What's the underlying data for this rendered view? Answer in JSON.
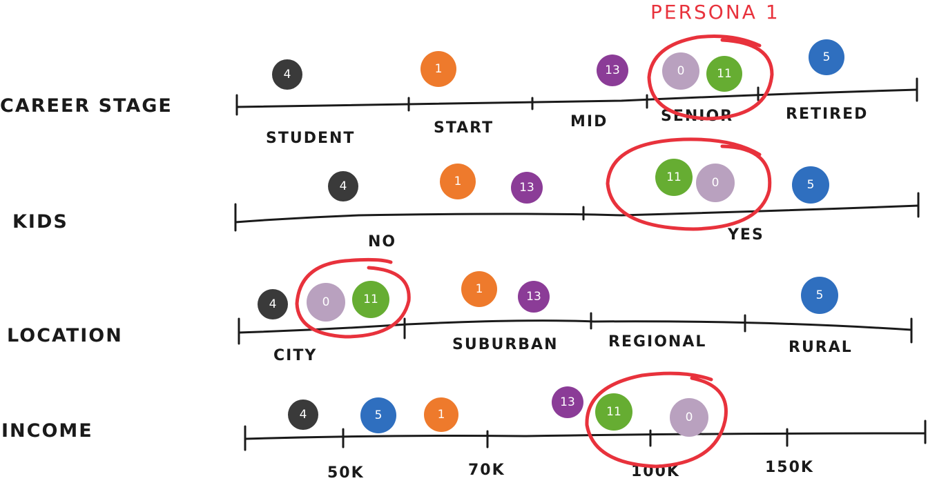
{
  "title": "PERSONA 1",
  "colors": {
    "p4": "#3a3a3a",
    "p1": "#ee7a2c",
    "p13": "#8b3c97",
    "p0": "#b9a1bf",
    "p11": "#66ad32",
    "p5": "#2f6fbf",
    "highlight": "#e8323c"
  },
  "rows": [
    {
      "label": "CAREER STAGE",
      "segments": [
        "STUDENT",
        "START",
        "MID",
        "SENIOR",
        "RETIRED"
      ],
      "personas": [
        {
          "id": "4",
          "color": "p4"
        },
        {
          "id": "1",
          "color": "p1"
        },
        {
          "id": "13",
          "color": "p13"
        },
        {
          "id": "0",
          "color": "p0"
        },
        {
          "id": "11",
          "color": "p11"
        },
        {
          "id": "5",
          "color": "p5"
        }
      ]
    },
    {
      "label": "KIDS",
      "segments": [
        "NO",
        "YES"
      ],
      "personas": [
        {
          "id": "4",
          "color": "p4"
        },
        {
          "id": "1",
          "color": "p1"
        },
        {
          "id": "13",
          "color": "p13"
        },
        {
          "id": "11",
          "color": "p11"
        },
        {
          "id": "0",
          "color": "p0"
        },
        {
          "id": "5",
          "color": "p5"
        }
      ]
    },
    {
      "label": "LOCATION",
      "segments": [
        "CITY",
        "SUBURBAN",
        "REGIONAL",
        "RURAL"
      ],
      "personas": [
        {
          "id": "4",
          "color": "p4"
        },
        {
          "id": "0",
          "color": "p0"
        },
        {
          "id": "11",
          "color": "p11"
        },
        {
          "id": "1",
          "color": "p1"
        },
        {
          "id": "13",
          "color": "p13"
        },
        {
          "id": "5",
          "color": "p5"
        }
      ]
    },
    {
      "label": "INCOME",
      "segments": [
        "50K",
        "70K",
        "100K",
        "150K"
      ],
      "personas": [
        {
          "id": "4",
          "color": "p4"
        },
        {
          "id": "5",
          "color": "p5"
        },
        {
          "id": "1",
          "color": "p1"
        },
        {
          "id": "13",
          "color": "p13"
        },
        {
          "id": "11",
          "color": "p11"
        },
        {
          "id": "0",
          "color": "p0"
        }
      ]
    }
  ]
}
